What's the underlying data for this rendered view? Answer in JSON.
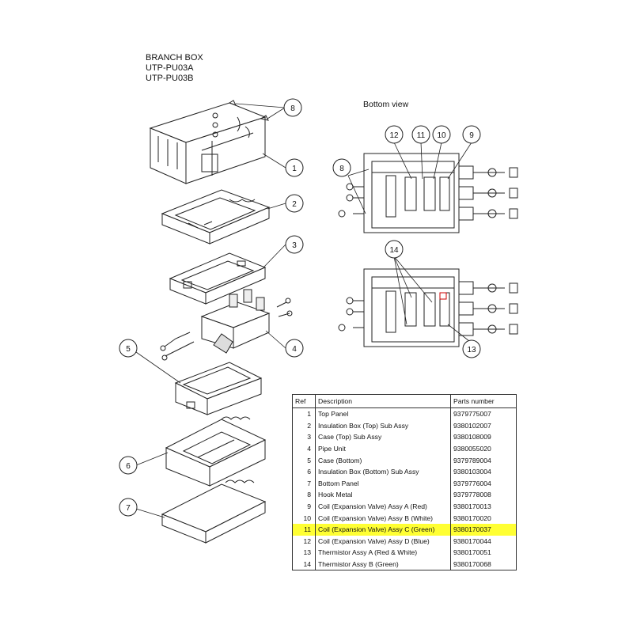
{
  "title": {
    "line1": "BRANCH BOX",
    "line2": "UTP-PU03A",
    "line3": "UTP-PU03B"
  },
  "bottom_view_label": "Bottom view",
  "callouts": {
    "exploded": [
      "8",
      "1",
      "2",
      "3",
      "4",
      "5",
      "6",
      "7"
    ],
    "bottom_top": [
      "12",
      "11",
      "10",
      "9",
      "8"
    ],
    "bottom_lower": [
      "14",
      "13"
    ]
  },
  "table": {
    "headers": {
      "ref": "Ref",
      "description": "Description",
      "part": "Parts number"
    },
    "highlight_color": "#ffff33",
    "rows": [
      {
        "ref": "1",
        "description": "Top Panel",
        "part": "9379775007"
      },
      {
        "ref": "2",
        "description": "Insulation Box (Top) Sub Assy",
        "part": "9380102007"
      },
      {
        "ref": "3",
        "description": "Case (Top) Sub Assy",
        "part": "9380108009"
      },
      {
        "ref": "4",
        "description": "Pipe Unit",
        "part": "9380055020"
      },
      {
        "ref": "5",
        "description": "Case (Bottom)",
        "part": "9379789004"
      },
      {
        "ref": "6",
        "description": "Insulation Box (Bottom) Sub Assy",
        "part": "9380103004"
      },
      {
        "ref": "7",
        "description": "Bottom Panel",
        "part": "9379776004"
      },
      {
        "ref": "8",
        "description": "Hook Metal",
        "part": "9379778008"
      },
      {
        "ref": "9",
        "description": "Coil (Expansion Valve) Assy A (Red)",
        "part": "9380170013"
      },
      {
        "ref": "10",
        "description": "Coil (Expansion Valve) Assy B (White)",
        "part": "9380170020"
      },
      {
        "ref": "11",
        "description": "Coil (Expansion Valve) Assy C (Green)",
        "part": "9380170037",
        "highlight": true
      },
      {
        "ref": "12",
        "description": "Coil (Expansion Valve) Assy D (Blue)",
        "part": "9380170044"
      },
      {
        "ref": "13",
        "description": "Thermistor Assy A (Red & White)",
        "part": "9380170051"
      },
      {
        "ref": "14",
        "description": "Thermistor Assy B (Green)",
        "part": "9380170068"
      }
    ]
  }
}
